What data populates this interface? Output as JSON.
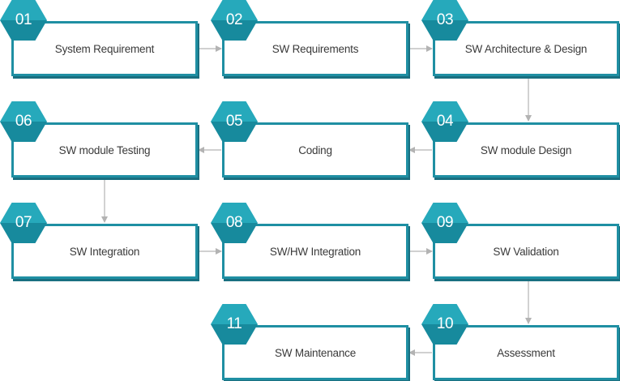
{
  "steps": [
    {
      "num": "01",
      "label": "System Requirement"
    },
    {
      "num": "02",
      "label": "SW Requirements"
    },
    {
      "num": "03",
      "label": "SW Architecture & Design"
    },
    {
      "num": "04",
      "label": "SW module Design"
    },
    {
      "num": "05",
      "label": "Coding"
    },
    {
      "num": "06",
      "label": "SW module Testing"
    },
    {
      "num": "07",
      "label": "SW Integration"
    },
    {
      "num": "08",
      "label": "SW/HW Integration"
    },
    {
      "num": "09",
      "label": "SW Validation"
    },
    {
      "num": "10",
      "label": "Assessment"
    },
    {
      "num": "11",
      "label": "SW Maintenance"
    }
  ],
  "colors": {
    "border": "#1f8fa3",
    "hex_top": "#26a9bb",
    "hex_bottom": "#178a9d",
    "arrow": "#b3b3b3",
    "text": "#3a3a3a"
  }
}
